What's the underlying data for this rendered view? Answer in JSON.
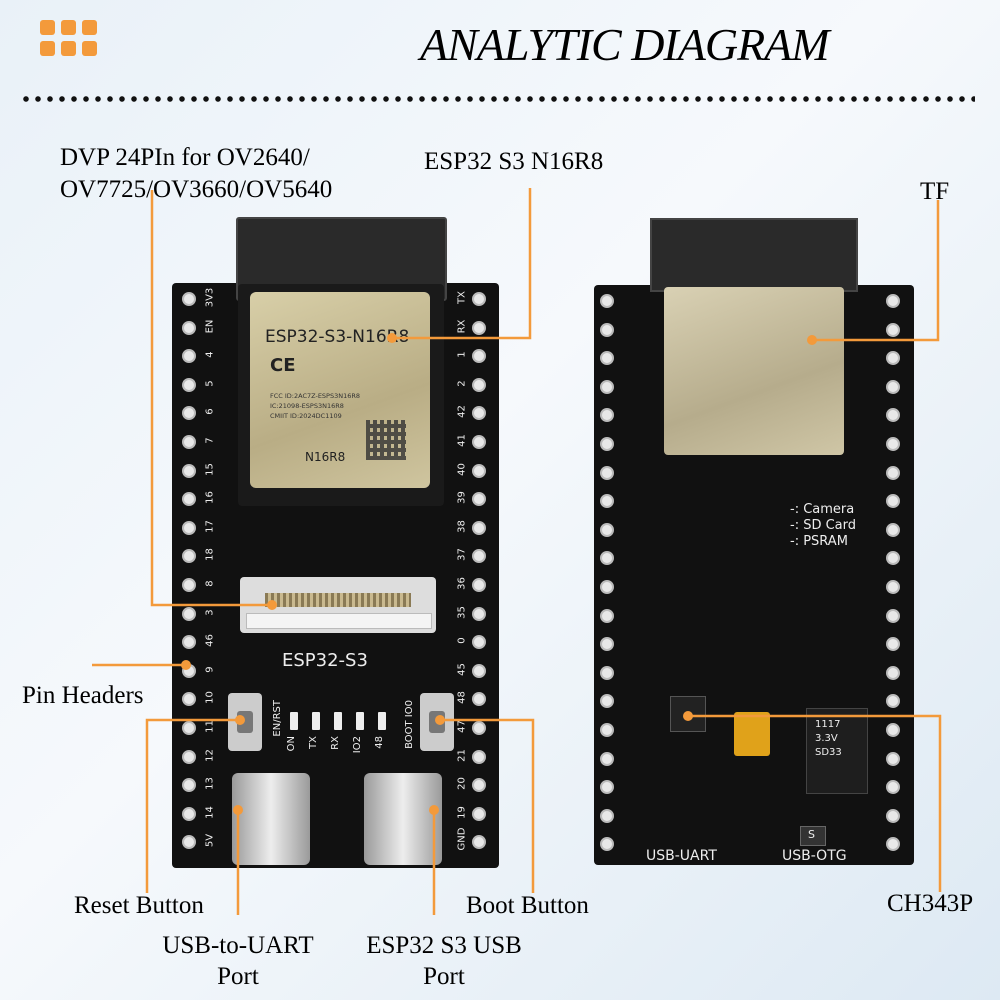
{
  "header": {
    "title": "ANALYTIC DIAGRAM"
  },
  "labels": {
    "dvp_line1": "DVP 24PIn for OV2640/",
    "dvp_line2": "OV7725/OV3660/OV5640",
    "module": "ESP32 S3 N16R8",
    "tf": "TF",
    "pin_headers": "Pin Headers",
    "reset_button": "Reset Button",
    "boot_button": "Boot Button",
    "usb_uart_line1": "USB-to-UART",
    "usb_uart_line2": "Port",
    "esp_usb_line1": "ESP32 S3 USB",
    "esp_usb_line2": "Port",
    "ch343p": "CH343P"
  },
  "front_board": {
    "module_name": "ESP32-S3-N16R8",
    "module_ce": "CE",
    "module_fcc_line1": "FCC ID:2AC7Z-ESPS3N16R8",
    "module_fcc_line2": "IC:21098-ESPS3N16R8",
    "module_fcc_line3": "CMIIT ID:2024DC1109",
    "module_variant": "N16R8",
    "board_name": "ESP32-S3",
    "left_pins": [
      "3V3",
      "EN",
      "4",
      "5",
      "6",
      "7",
      "15",
      "16",
      "17",
      "18",
      "8",
      "3",
      "46",
      "9",
      "10",
      "11",
      "12",
      "13",
      "14",
      "5V"
    ],
    "right_pins": [
      "TX",
      "RX",
      "1",
      "2",
      "42",
      "41",
      "40",
      "39",
      "38",
      "37",
      "36",
      "35",
      "0",
      "45",
      "48",
      "47",
      "21",
      "20",
      "19",
      "GND"
    ],
    "silk_en_rst": "EN/RST",
    "silk_boot": "BOOT IO0",
    "silk_io0": "IO0",
    "led_labels": [
      "ON",
      "TX",
      "RX",
      "IO2",
      "48"
    ]
  },
  "back_board": {
    "legend": [
      "-: Camera",
      "-: SD Card",
      "-: PSRAM"
    ],
    "port_left": "USB-UART",
    "port_right": "USB-OTG",
    "ldo_text_1": "1117",
    "ldo_text_2": "3.3V",
    "ldo_text_3": "SD33",
    "small_s": "S"
  },
  "colors": {
    "accent": "#f39a3b",
    "board": "#111111",
    "leader": "#f39a3b"
  }
}
